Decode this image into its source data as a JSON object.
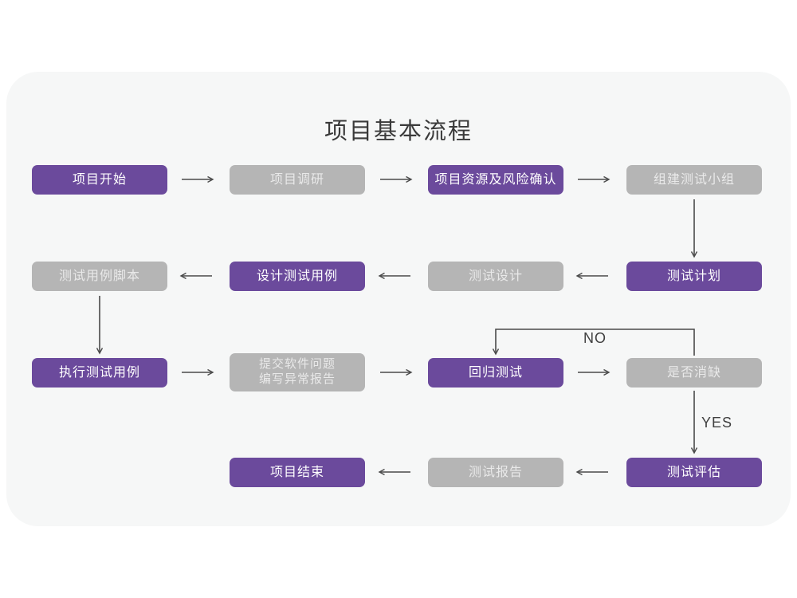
{
  "title": "项目基本流程",
  "colors": {
    "purple": "#6b4a9c",
    "gray": "#b5b5b5",
    "card_bg": "#f6f7f7",
    "arrow": "#4a4a4a"
  },
  "nodes": {
    "project_start": {
      "label": "项目开始",
      "style": "purple"
    },
    "project_research": {
      "label": "项目调研",
      "style": "gray"
    },
    "resources_risk": {
      "label": "项目资源及风险确认",
      "style": "purple"
    },
    "build_test_team": {
      "label": "组建测试小组",
      "style": "gray"
    },
    "test_case_script": {
      "label": "测试用例脚本",
      "style": "gray"
    },
    "design_test_case": {
      "label": "设计测试用例",
      "style": "purple"
    },
    "test_design": {
      "label": "测试设计",
      "style": "gray"
    },
    "test_plan": {
      "label": "测试计划",
      "style": "purple"
    },
    "execute_test_case": {
      "label": "执行测试用例",
      "style": "purple"
    },
    "submit_issue": {
      "line1": "提交软件问题",
      "line2": "编写异常报告",
      "style": "gray"
    },
    "regression_test": {
      "label": "回归测试",
      "style": "purple"
    },
    "defect_cleared": {
      "label": "是否消缺",
      "style": "gray"
    },
    "project_end": {
      "label": "项目结束",
      "style": "purple"
    },
    "test_report": {
      "label": "测试报告",
      "style": "gray"
    },
    "test_evaluation": {
      "label": "测试评估",
      "style": "purple"
    }
  },
  "edge_labels": {
    "no": "NO",
    "yes": "YES"
  },
  "edges": [
    {
      "from": "project_start",
      "to": "project_research"
    },
    {
      "from": "project_research",
      "to": "resources_risk"
    },
    {
      "from": "resources_risk",
      "to": "build_test_team"
    },
    {
      "from": "build_test_team",
      "to": "test_plan"
    },
    {
      "from": "test_plan",
      "to": "test_design"
    },
    {
      "from": "test_design",
      "to": "design_test_case"
    },
    {
      "from": "design_test_case",
      "to": "test_case_script"
    },
    {
      "from": "test_case_script",
      "to": "execute_test_case"
    },
    {
      "from": "execute_test_case",
      "to": "submit_issue"
    },
    {
      "from": "submit_issue",
      "to": "regression_test"
    },
    {
      "from": "regression_test",
      "to": "defect_cleared"
    },
    {
      "from": "defect_cleared",
      "to": "regression_test",
      "label": "NO"
    },
    {
      "from": "defect_cleared",
      "to": "test_evaluation",
      "label": "YES"
    },
    {
      "from": "test_evaluation",
      "to": "test_report"
    },
    {
      "from": "test_report",
      "to": "project_end"
    }
  ]
}
